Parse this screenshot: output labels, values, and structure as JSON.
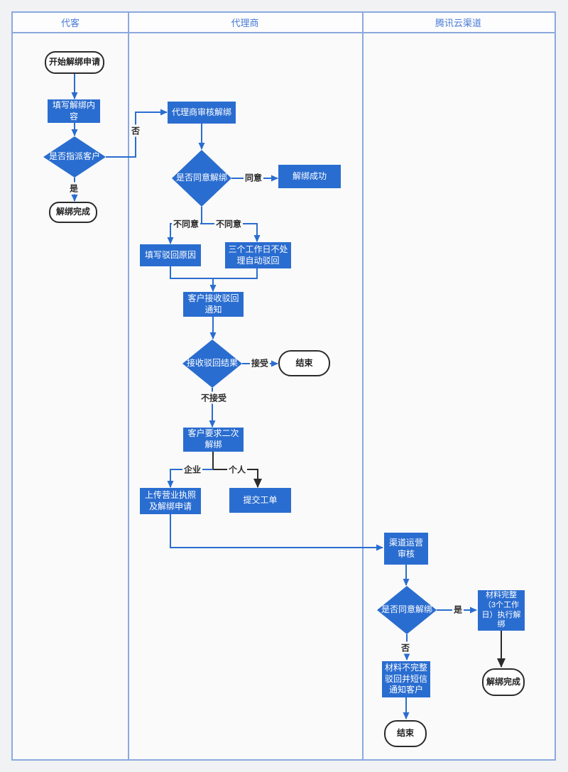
{
  "lanes": [
    {
      "label": "代客"
    },
    {
      "label": "代理商"
    },
    {
      "label": "腾讯云渠道"
    }
  ],
  "nodes": {
    "start": {
      "label": "开始解绑申请",
      "type": "terminator"
    },
    "fill_content": {
      "label": "填写解绑内容",
      "type": "process"
    },
    "assign_decision": {
      "label": "是否指派客户",
      "type": "decision"
    },
    "unbind_done_agent": {
      "label": "解绑完成",
      "type": "terminator"
    },
    "agent_review": {
      "label": "代理商审核解绑",
      "type": "process"
    },
    "agree_decision": {
      "label": "是否同意解绑",
      "type": "decision"
    },
    "unbind_success": {
      "label": "解绑成功",
      "type": "process"
    },
    "fill_reject_reason": {
      "label": "填写驳回原因",
      "type": "process"
    },
    "auto_reject": {
      "label": "三个工作日不处理自动驳回",
      "type": "process"
    },
    "receive_reject_notice": {
      "label": "客户接收驳回通知",
      "type": "process"
    },
    "receive_result_decision": {
      "label": "接收驳回结果",
      "type": "decision"
    },
    "end_agent": {
      "label": "结束",
      "type": "terminator"
    },
    "second_unbind": {
      "label": "客户要求二次解绑",
      "type": "process"
    },
    "upload_license": {
      "label": "上传营业执照及解绑申请",
      "type": "process"
    },
    "submit_ticket": {
      "label": "提交工单",
      "type": "process"
    },
    "channel_review": {
      "label": "渠道运营审核",
      "type": "process"
    },
    "channel_agree_decision": {
      "label": "是否同意解绑",
      "type": "decision"
    },
    "materials_complete": {
      "label": "材料完整（3个工作日）执行解绑",
      "type": "process"
    },
    "unbind_complete_channel": {
      "label": "解绑完成",
      "type": "terminator"
    },
    "materials_incomplete": {
      "label": "材料不完整驳回并短信通知客户",
      "type": "process"
    },
    "end_channel": {
      "label": "结束",
      "type": "terminator"
    }
  },
  "edge_labels": {
    "yes1": "是",
    "no1": "否",
    "agree": "同意",
    "disagree_left": "不同意",
    "disagree_right": "不同意",
    "accept": "接受",
    "not_accept": "不接受",
    "enterprise": "企业",
    "personal": "个人",
    "yes2": "是",
    "no2": "否"
  },
  "colors": {
    "shape_blue": "#2a6dd0",
    "line_blue": "#2a6dd0",
    "line_black": "#2b2b2b",
    "lane_border": "#8ba9df",
    "header_text": "#4a7cd6",
    "canvas": "#fafafa",
    "page_background": "#f1f2f4",
    "terminator_border": "#2b2b2b"
  }
}
